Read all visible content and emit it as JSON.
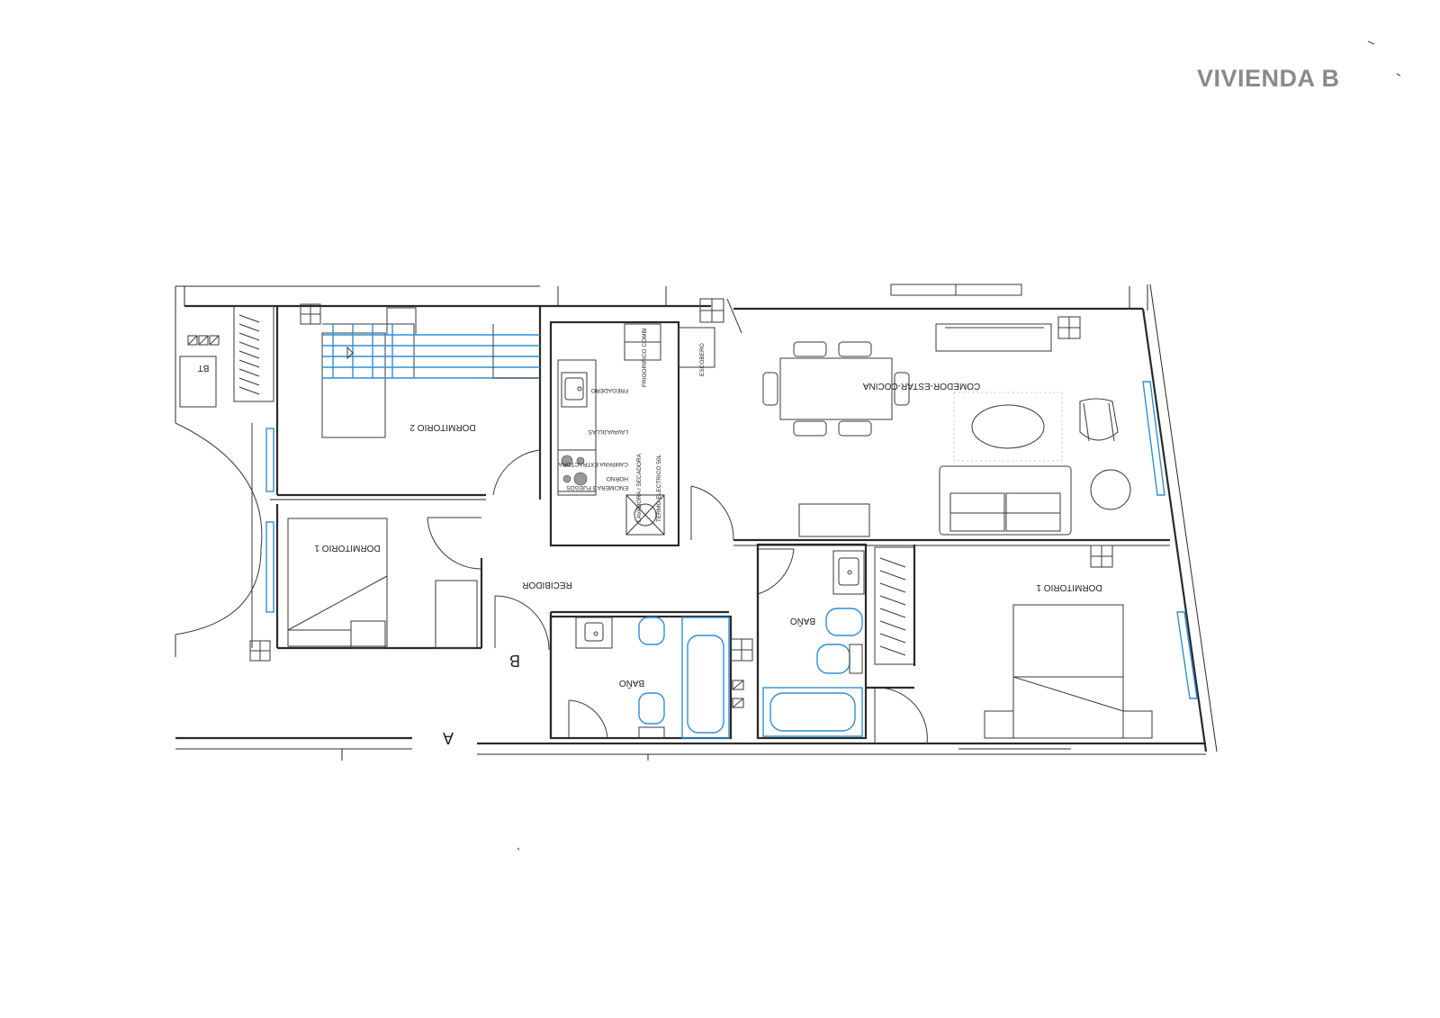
{
  "header": {
    "title": "VIVIENDA B"
  },
  "rooms": {
    "dormitorio2": "DORMITORIO 2",
    "dormitorio1_left": "DORMITORIO 1",
    "dormitorio1_right": "DORMITORIO 1",
    "recibidor": "RECIBIDOR",
    "comedor": "COMEDOR-ESTAR-COCINA",
    "bano_center": "BAÑO",
    "bano_right": "BAÑO"
  },
  "kitchen_labels": {
    "frigorifico": "FRIGORIFICO COMBI",
    "escobero": "ESCOBERO",
    "fregadero": "FREGADERO",
    "lavavajillas": "LAVAVAJILLAS",
    "campana": "CAMPANA EXTRACTORA",
    "encimera": "ENCIMERA 3 FUEGOS",
    "horno": "HORNO",
    "lavadora": "LAVADORA / SECADORA",
    "termo": "TERMO ELECTRICO 50L"
  },
  "markers": {
    "bt": "BT",
    "section_a": "A",
    "section_b": "B"
  },
  "colors": {
    "wall": "#2a2a2a",
    "window": "#2f8fd8",
    "title": "#8a8a8a"
  }
}
